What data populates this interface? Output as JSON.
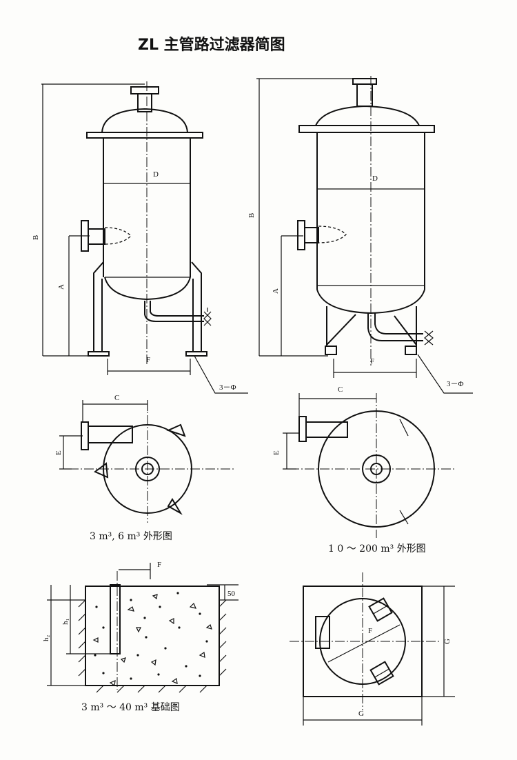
{
  "title": "ZL 主管路过滤器简图",
  "left_elevation": {
    "dim_B": "B",
    "dim_A": "A",
    "dim_D": "D",
    "dim_F": "F",
    "legs": "3－Φ"
  },
  "right_elevation": {
    "dim_B": "B",
    "dim_A": "A",
    "dim_D": "D",
    "dim_F": "F",
    "legs": "3－Φ"
  },
  "left_plan": {
    "dim_C": "C",
    "dim_E": "E"
  },
  "right_plan": {
    "dim_C": "C",
    "dim_E": "E"
  },
  "foundation": {
    "dim_F": "F",
    "dim_50": "50",
    "dim_h1": "h₁",
    "dim_h2": "h₂"
  },
  "foundation_plan": {
    "dim_F": "F",
    "dim_G_side": "G",
    "dim_G_bottom": "G"
  },
  "captions": {
    "small_plan": "3 m³, 6 m³ 外形图",
    "large_plan": "1 0 ～ 200 m³ 外形图",
    "foundation": "3 m³ ～ 40 m³ 基础图"
  }
}
